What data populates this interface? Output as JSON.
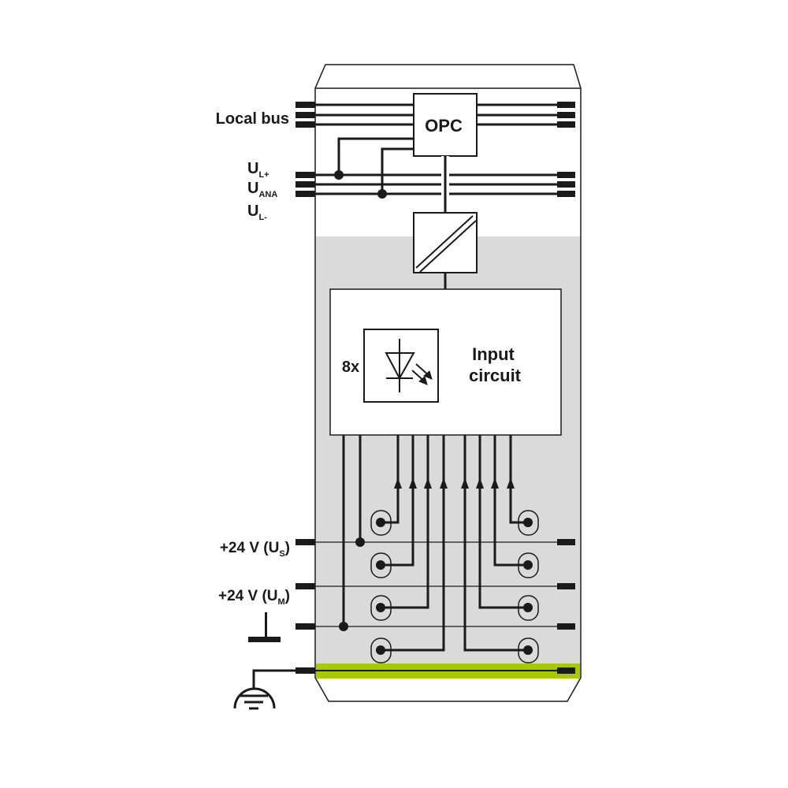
{
  "labels": {
    "local_bus": "Local bus",
    "opc": "OPC",
    "ul_plus": {
      "main": "U",
      "sub": "L+"
    },
    "uana": {
      "main": "U",
      "sub": "ANA"
    },
    "ul_minus": {
      "main": "U",
      "sub": "L-"
    },
    "multiplier": "8x",
    "input_circuit_line1": "Input",
    "input_circuit_line2": "circuit",
    "us": {
      "main": "+24 V (U",
      "sub": "S",
      "end": ")"
    },
    "um": {
      "main": "+24 V (U",
      "sub": "M",
      "end": ")"
    }
  },
  "colors": {
    "line": "#1a1a1a",
    "gray_zone": "#dadada",
    "pe_band": "#a8c800"
  },
  "input_channels": 8
}
